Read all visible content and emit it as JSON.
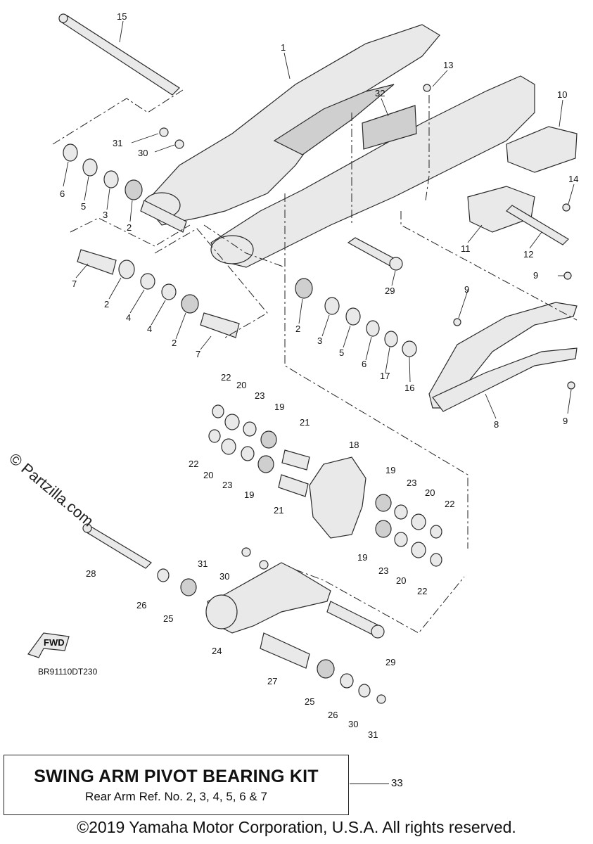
{
  "diagram": {
    "callouts": [
      {
        "id": "c1",
        "label": "1"
      },
      {
        "id": "c15",
        "label": "15"
      },
      {
        "id": "c13",
        "label": "13"
      },
      {
        "id": "c32",
        "label": "32"
      },
      {
        "id": "c10",
        "label": "10"
      },
      {
        "id": "c31a",
        "label": "31"
      },
      {
        "id": "c30a",
        "label": "30"
      },
      {
        "id": "c14",
        "label": "14"
      },
      {
        "id": "c6a",
        "label": "6"
      },
      {
        "id": "c5a",
        "label": "5"
      },
      {
        "id": "c3a",
        "label": "3"
      },
      {
        "id": "c2a",
        "label": "2"
      },
      {
        "id": "c11",
        "label": "11"
      },
      {
        "id": "c12",
        "label": "12"
      },
      {
        "id": "c7a",
        "label": "7"
      },
      {
        "id": "c2b",
        "label": "2"
      },
      {
        "id": "c4a",
        "label": "4"
      },
      {
        "id": "c4b",
        "label": "4"
      },
      {
        "id": "c2c",
        "label": "2"
      },
      {
        "id": "c7b",
        "label": "7"
      },
      {
        "id": "c29a",
        "label": "29"
      },
      {
        "id": "c9a",
        "label": "9"
      },
      {
        "id": "c9b",
        "label": "9"
      },
      {
        "id": "c2d",
        "label": "2"
      },
      {
        "id": "c3b",
        "label": "3"
      },
      {
        "id": "c5b",
        "label": "5"
      },
      {
        "id": "c6b",
        "label": "6"
      },
      {
        "id": "c17",
        "label": "17"
      },
      {
        "id": "c16",
        "label": "16"
      },
      {
        "id": "c8",
        "label": "8"
      },
      {
        "id": "c9c",
        "label": "9"
      },
      {
        "id": "c22a",
        "label": "22"
      },
      {
        "id": "c20a",
        "label": "20"
      },
      {
        "id": "c23a",
        "label": "23"
      },
      {
        "id": "c19a",
        "label": "19"
      },
      {
        "id": "c21a",
        "label": "21"
      },
      {
        "id": "c18",
        "label": "18"
      },
      {
        "id": "c22b",
        "label": "22"
      },
      {
        "id": "c20b",
        "label": "20"
      },
      {
        "id": "c23b",
        "label": "23"
      },
      {
        "id": "c19b",
        "label": "19"
      },
      {
        "id": "c21b",
        "label": "21"
      },
      {
        "id": "c19c",
        "label": "19"
      },
      {
        "id": "c23c",
        "label": "23"
      },
      {
        "id": "c20c",
        "label": "20"
      },
      {
        "id": "c22c",
        "label": "22"
      },
      {
        "id": "c19d",
        "label": "19"
      },
      {
        "id": "c23d",
        "label": "23"
      },
      {
        "id": "c20d",
        "label": "20"
      },
      {
        "id": "c22d",
        "label": "22"
      },
      {
        "id": "c28",
        "label": "28"
      },
      {
        "id": "c31b",
        "label": "31"
      },
      {
        "id": "c30b",
        "label": "30"
      },
      {
        "id": "c26a",
        "label": "26"
      },
      {
        "id": "c25a",
        "label": "25"
      },
      {
        "id": "c24",
        "label": "24"
      },
      {
        "id": "c29b",
        "label": "29"
      },
      {
        "id": "c27",
        "label": "27"
      },
      {
        "id": "c25b",
        "label": "25"
      },
      {
        "id": "c26b",
        "label": "26"
      },
      {
        "id": "c30c",
        "label": "30"
      },
      {
        "id": "c31c",
        "label": "31"
      }
    ],
    "fwd_label": "FWD",
    "drawing_code": "BR91110DT230",
    "watermark": "© Partzilla.com"
  },
  "kit": {
    "title": "SWING ARM PIVOT BEARING KIT",
    "subtitle": "Rear Arm Ref. No. 2, 3, 4, 5, 6 & 7",
    "callout": "33"
  },
  "footer": {
    "copyright": "©2019 Yamaha Motor Corporation, U.S.A. All rights reserved."
  }
}
